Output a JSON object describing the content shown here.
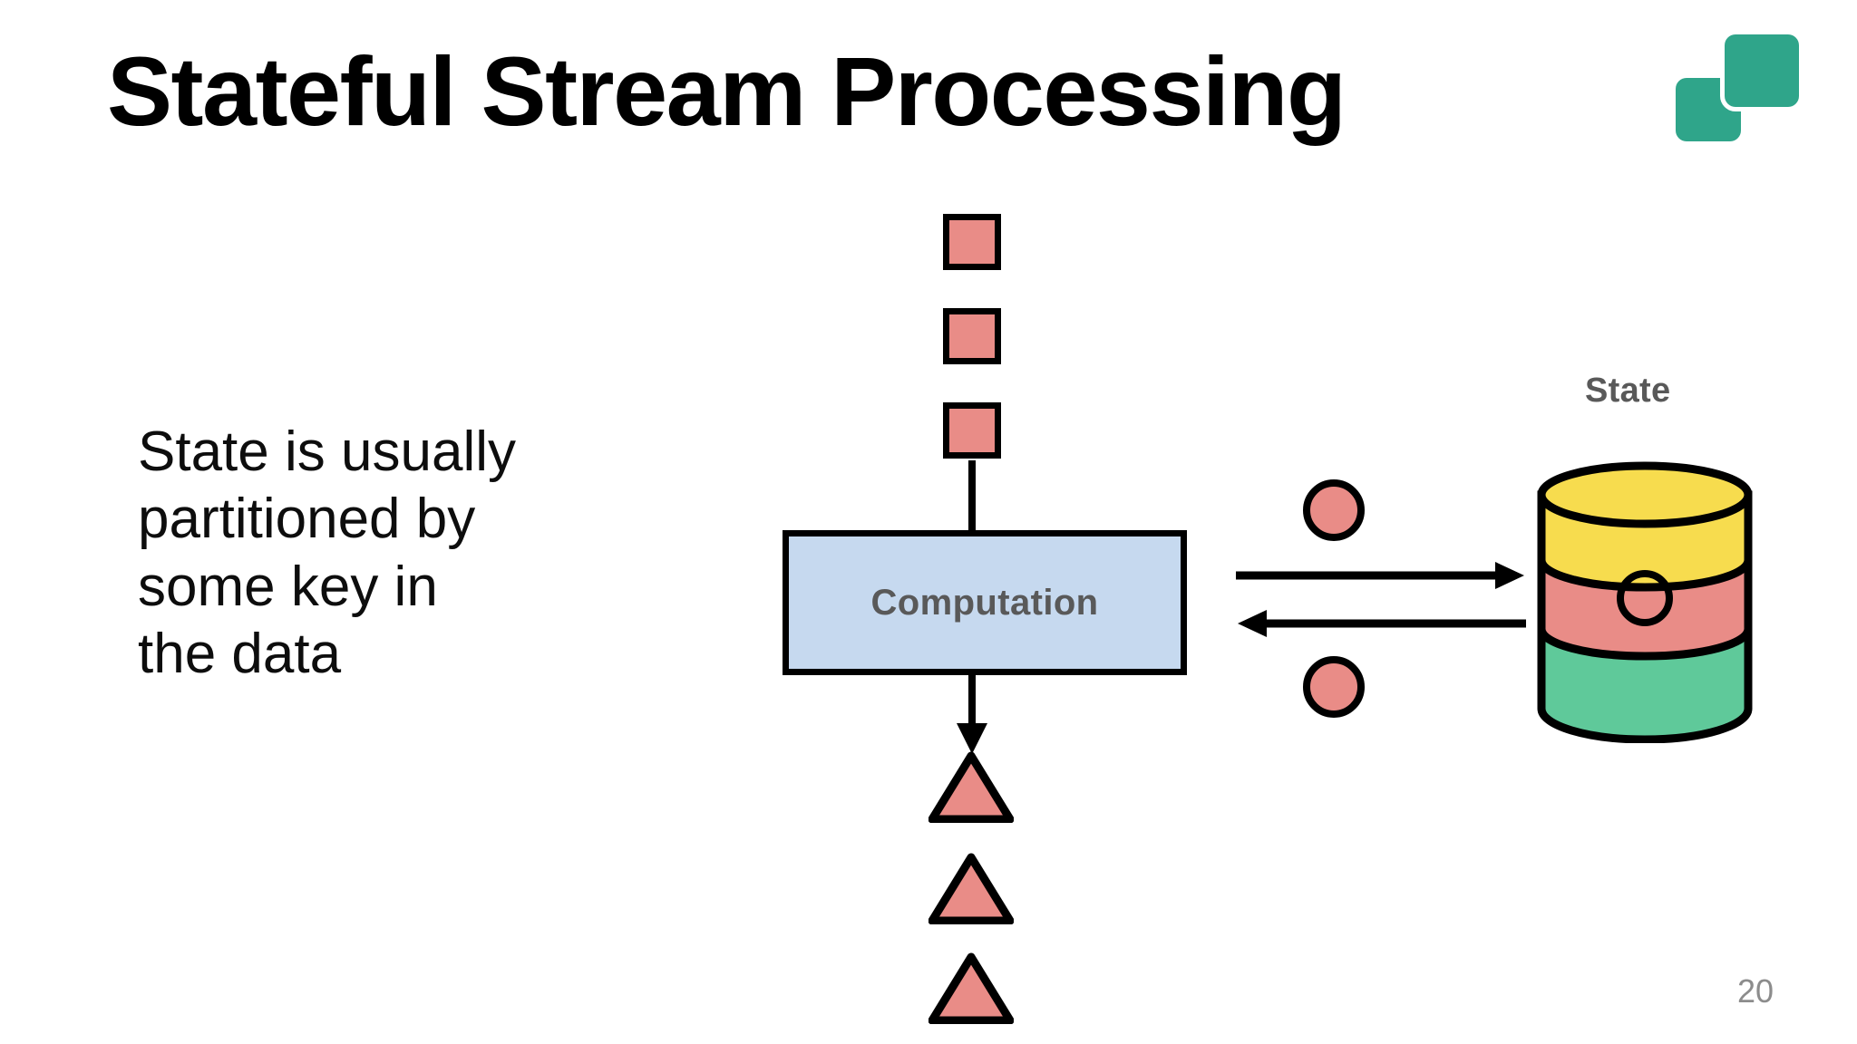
{
  "slide": {
    "title": "Stateful Stream Processing",
    "page_number": "20",
    "background_color": "#ffffff"
  },
  "logo": {
    "name": "two-squares-logo",
    "color": "#2FA58A"
  },
  "body": {
    "lines": [
      "State is usually",
      "partitioned by",
      "some key in",
      "the data"
    ],
    "full_text": "State is usually partitioned by some key in the data"
  },
  "diagram": {
    "input_stream": {
      "shape": "square",
      "count": 3,
      "fill": "#E98C87",
      "stroke": "#000000"
    },
    "computation": {
      "label": "Computation",
      "fill": "#C6D9EF",
      "stroke": "#000000",
      "text_color": "#595959"
    },
    "output_stream": {
      "shape": "triangle",
      "count": 3,
      "fill": "#E98C87",
      "stroke": "#000000"
    },
    "state": {
      "label": "State",
      "label_color": "#595959",
      "bands": [
        {
          "name": "top-band",
          "color": "#F7DC4E"
        },
        {
          "name": "middle-band",
          "color": "#E98C87"
        },
        {
          "name": "bottom-band",
          "color": "#5FC99A"
        }
      ],
      "key_marker": {
        "name": "key-circle",
        "stroke": "#000000"
      }
    },
    "messages": [
      {
        "name": "message-circle-top",
        "fill": "#E98C87",
        "stroke": "#000000"
      },
      {
        "name": "message-circle-bottom",
        "fill": "#E98C87",
        "stroke": "#000000"
      }
    ],
    "arrows": [
      {
        "name": "arrow-to-state",
        "direction": "right"
      },
      {
        "name": "arrow-from-state",
        "direction": "left"
      },
      {
        "name": "arrow-to-output",
        "direction": "down"
      }
    ]
  }
}
